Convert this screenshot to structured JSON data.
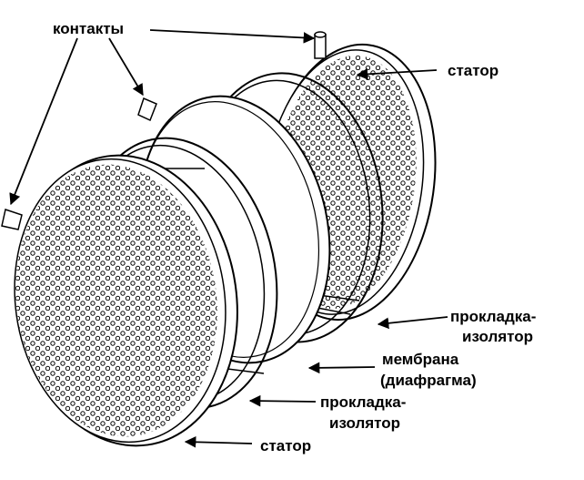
{
  "labels": {
    "contacts": "контакты",
    "stator_top": "статор",
    "spacer_right_1": "прокладка-",
    "spacer_right_2": "изолятор",
    "membrane_1": "мембрана",
    "membrane_2": "(диафрагма)",
    "spacer_bottom_1": "прокладка-",
    "spacer_bottom_2": "изолятор",
    "stator_bottom": "статор"
  },
  "colors": {
    "line": "#000000",
    "background": "#ffffff"
  }
}
